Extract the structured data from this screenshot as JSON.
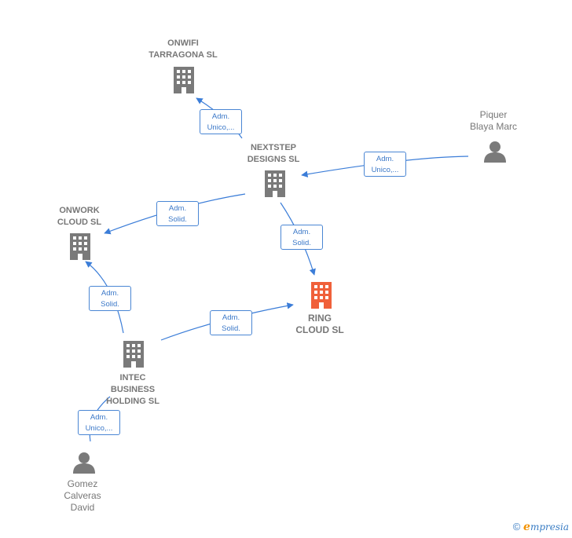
{
  "colors": {
    "node": "#7a7a7a",
    "focus": "#f0603a",
    "edge": "#3b7dd8",
    "text": "#777777"
  },
  "nodes": {
    "onwifi": {
      "line1": "ONWIFI",
      "line2": "TARRAGONA SL",
      "icon": "building-icon"
    },
    "nextstep": {
      "line1": "NEXTSTEP",
      "line2": "DESIGNS  SL",
      "icon": "building-icon"
    },
    "onwork": {
      "line1": "ONWORK",
      "line2": "CLOUD  SL",
      "icon": "building-icon"
    },
    "ring": {
      "line1": "RING",
      "line2": "CLOUD  SL",
      "icon": "building-icon"
    },
    "intec": {
      "line1": "INTEC",
      "line2": "BUSINESS",
      "line3": "HOLDING  SL",
      "icon": "building-icon"
    },
    "piquer": {
      "line1": "Piquer",
      "line2": "Blaya Marc",
      "icon": "person-icon"
    },
    "gomez": {
      "line1": "Gomez",
      "line2": "Calveras",
      "line3": "David",
      "icon": "person-icon"
    }
  },
  "edges": {
    "nextstep_onwifi": {
      "line1": "Adm.",
      "line2": "Unico,..."
    },
    "piquer_nextstep": {
      "line1": "Adm.",
      "line2": "Unico,..."
    },
    "nextstep_onwork": {
      "line1": "Adm.",
      "line2": "Solid."
    },
    "nextstep_ring": {
      "line1": "Adm.",
      "line2": "Solid."
    },
    "intec_onwork": {
      "line1": "Adm.",
      "line2": "Solid."
    },
    "intec_ring": {
      "line1": "Adm.",
      "line2": "Solid."
    },
    "gomez_intec": {
      "line1": "Adm.",
      "line2": "Unico,..."
    }
  },
  "footer": {
    "copyright": "©",
    "brand_initial": "e",
    "brand_rest": "mpresia"
  }
}
